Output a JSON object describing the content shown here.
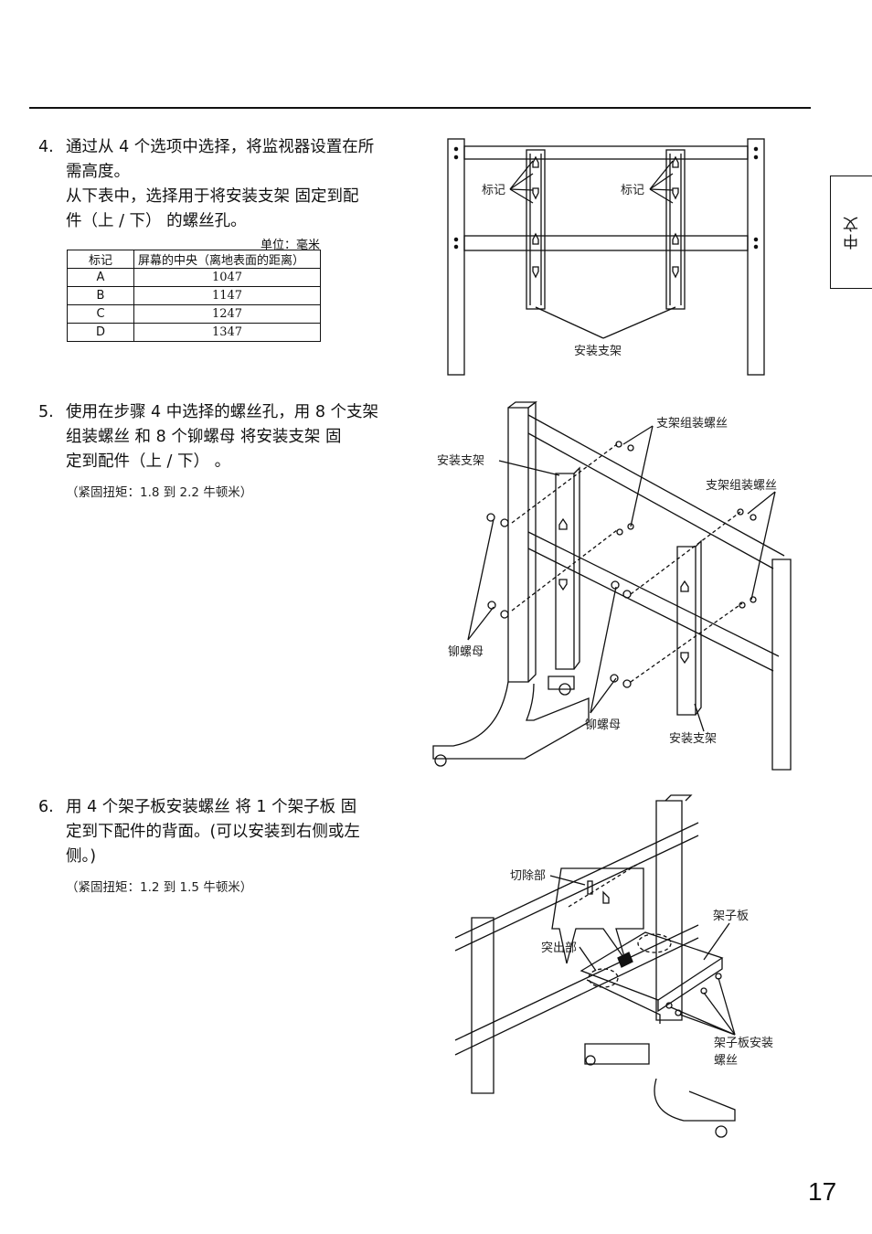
{
  "page_number": "17",
  "language_tab": "中文",
  "step4": {
    "number": "4.",
    "line1": "通过从 4 个选项中选择，将监视器设置在所",
    "line2": "需高度。",
    "line3": "从下表中，选择用于将安装支架  固定到配",
    "line4": "件（上 / 下）  的螺丝孔。"
  },
  "table": {
    "unit": "单位：毫米",
    "headers": [
      "标记",
      "屏幕的中央（离地表面的距离）"
    ],
    "rows": [
      [
        "A",
        "1047"
      ],
      [
        "B",
        "1147"
      ],
      [
        "C",
        "1247"
      ],
      [
        "D",
        "1347"
      ]
    ]
  },
  "step5": {
    "number": "5.",
    "line1": "使用在步骤 4 中选择的螺丝孔，用 8 个支架",
    "line2": "组装螺丝  和 8 个铆螺母  将安装支架  固",
    "line3": "定到配件（上 / 下）  。",
    "note": "（紧固扭矩：1.8 到 2.2 牛顿米）"
  },
  "step6": {
    "number": "6.",
    "line1": "用 4 个架子板安装螺丝  将 1 个架子板  固",
    "line2": "定到下配件的背面。(可以安装到右侧或左",
    "line3": "侧。)",
    "note": "（紧固扭矩：1.2 到 1.5 牛顿米）"
  },
  "figure1": {
    "label_mark_left": "标记",
    "label_mark_right": "标记",
    "label_bracket": "安装支架"
  },
  "figure2": {
    "label_bracket_top": "安装支架",
    "label_screws_top": "支架组装螺丝",
    "label_screws_right": "支架组装螺丝",
    "label_nuts_left": "铆螺母",
    "label_nuts_bottom": "铆螺母",
    "label_bracket_bottom": "安装支架"
  },
  "figure3": {
    "label_cutout": "切除部",
    "label_protrusion": "突出部",
    "label_shelf": "架子板",
    "label_shelf_screws_1": "架子板安装",
    "label_shelf_screws_2": "螺丝"
  }
}
